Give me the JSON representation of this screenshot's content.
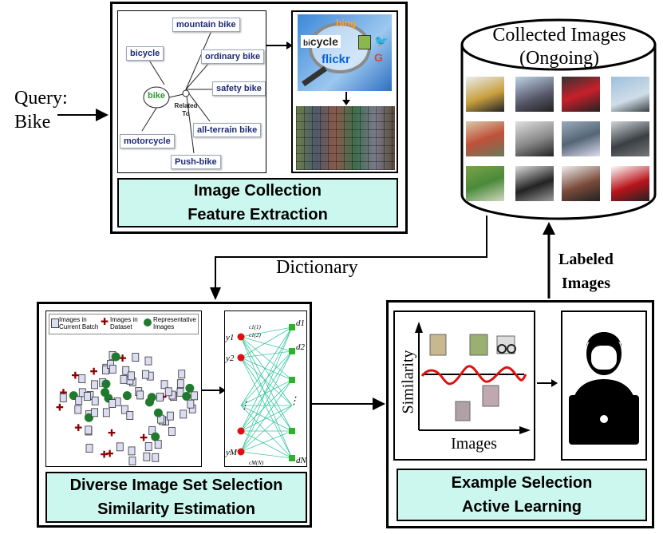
{
  "query": {
    "label": "Query:",
    "value": "Bike"
  },
  "collection": {
    "caption_line1": "Image Collection",
    "caption_line2": "Feature Extraction",
    "graph": {
      "center": "bike",
      "related_label": "Related To",
      "nodes": [
        "mountain bike",
        "bicycle",
        "ordinary bike",
        "safety bike",
        "all-terrain bike",
        "motorcycle",
        "Push-bike"
      ]
    },
    "search": {
      "bing": "bing",
      "cycle_prefix": "bi",
      "cycle_main": "cycle",
      "flickr": "flickr",
      "google": "G"
    }
  },
  "database": {
    "title_line1": "Collected Images",
    "title_line2": "(Ongoing)"
  },
  "dictionary_label": "Dictionary",
  "labeled_images": {
    "line1": "Labeled",
    "line2": "Images"
  },
  "diversity": {
    "caption_line1": "Diverse Image Set Selection",
    "caption_line2": "Similarity Estimation",
    "legend": {
      "batch": "Images in Current Batch",
      "dataset": "Images in Dataset",
      "representative": "Representative Images"
    },
    "bipartite": {
      "y_labels": [
        "y1",
        "y2",
        "⋮",
        "yM"
      ],
      "d_labels": [
        "d1",
        "d2",
        "⋮",
        "dN"
      ],
      "c_labels": [
        "c1(1)",
        "c1(2)",
        "cM(N)"
      ]
    }
  },
  "example": {
    "caption_line1": "Example Selection",
    "caption_line2": "Active Learning",
    "chart": {
      "ylabel": "Similarity",
      "xlabel": "Images"
    }
  },
  "colors": {
    "caption_bg": "#ccf7ee",
    "graph_text": "#1e2a78",
    "bike_node": "#2e9b2e",
    "similarity_curve": "#e01010",
    "bipartite_edges": "#3ec9a0",
    "bipartite_left": "#e01010",
    "bipartite_right": "#2fb02f"
  }
}
